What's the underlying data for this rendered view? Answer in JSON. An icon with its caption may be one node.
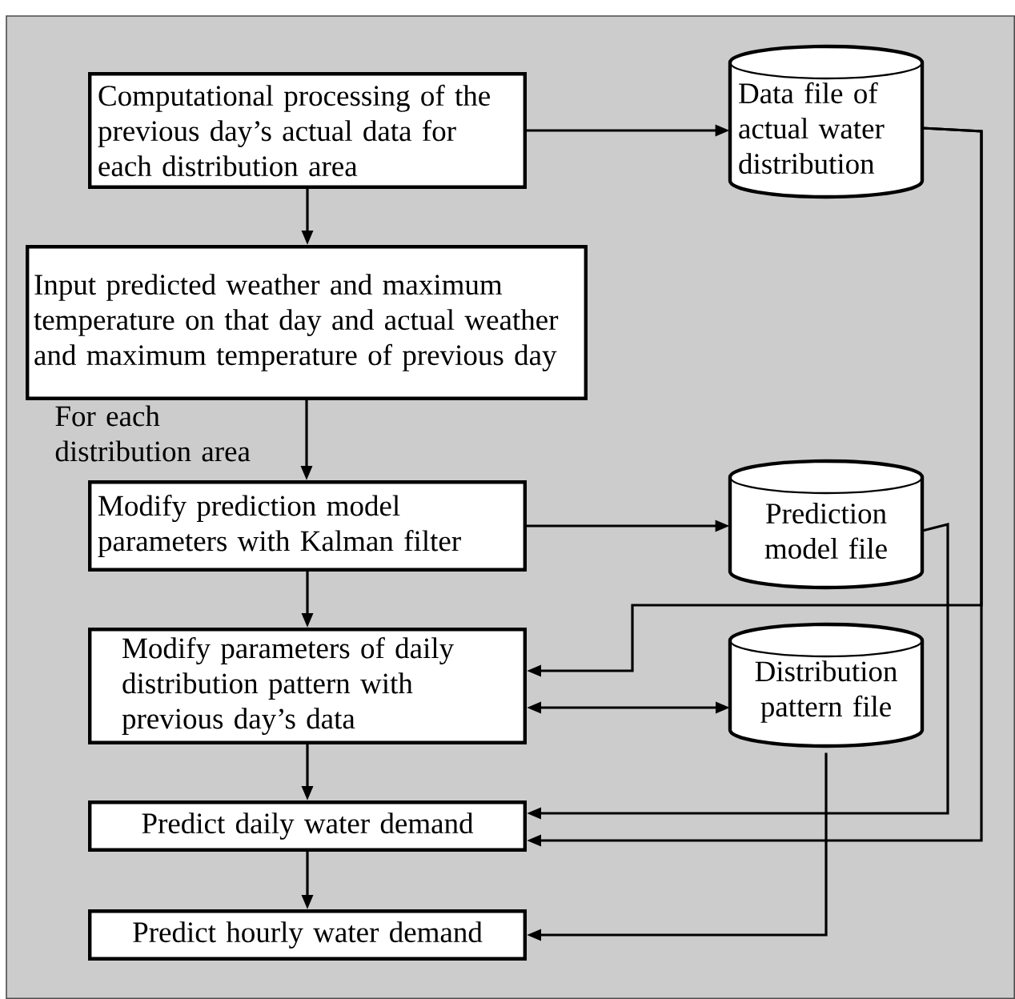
{
  "diagram": {
    "nodes": [
      {
        "text": [
          "Computational processing of the previous day’s actual data for each distribution area"
        ]
      },
      {
        "text": [
          "Data file of actual water distribution"
        ]
      },
      {
        "text": [
          "Input predicted weather and maximum temperature on that day and actual weather and maximum temperature of previous day"
        ]
      },
      {
        "text": [
          "Modify prediction model parameters with Kalman filter"
        ]
      },
      {
        "text": [
          "Prediction model file"
        ]
      },
      {
        "text": [
          "Modify parameters of daily distribution pattern with previous day’s data"
        ]
      },
      {
        "text": [
          "Distribution pattern file"
        ]
      },
      {
        "text": [
          "Predict daily water demand"
        ]
      },
      {
        "text": [
          "Predict hourly water demand"
        ]
      }
    ],
    "edges": [
      {
        "from": 0,
        "to": 1,
        "arrow": "to"
      },
      {
        "from": 0,
        "to": 2,
        "arrow": "to"
      },
      {
        "from": 2,
        "to": 3,
        "arrow": "to"
      },
      {
        "from": 3,
        "to": 4,
        "arrow": "to"
      },
      {
        "from": 3,
        "to": 5,
        "arrow": "to"
      },
      {
        "from": 1,
        "to": 5,
        "arrow": "to"
      },
      {
        "from": 1,
        "to": 7,
        "arrow": "to"
      },
      {
        "from": 5,
        "to": 6,
        "arrow": "both"
      },
      {
        "from": 4,
        "to": 7,
        "arrow": "to"
      },
      {
        "from": 5,
        "to": 7,
        "arrow": "to"
      },
      {
        "from": 7,
        "to": 8,
        "arrow": "to"
      },
      {
        "from": 6,
        "to": 8,
        "arrow": "to"
      }
    ],
    "labels": [
      "For each distribution area"
    ]
  }
}
